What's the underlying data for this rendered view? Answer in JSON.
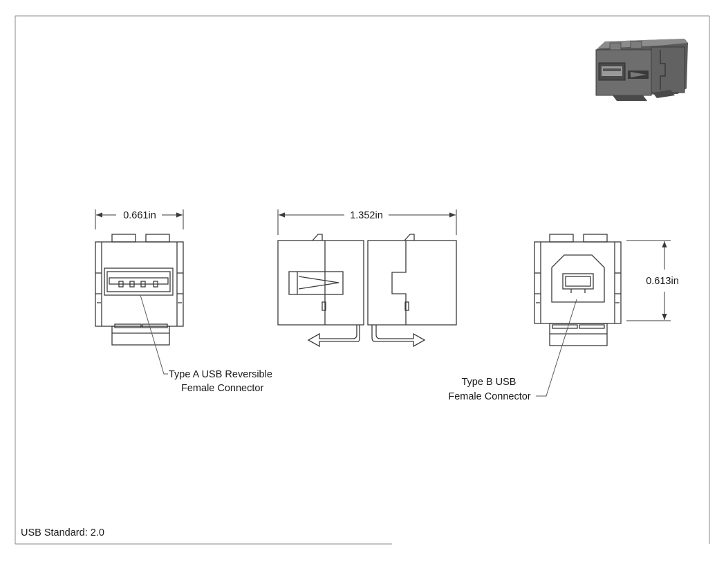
{
  "dimensions": {
    "width_front": "0.661in",
    "length_side": "1.352in",
    "height_back": "0.613in"
  },
  "callouts": {
    "type_a_line1": "Type A USB Reversible",
    "type_a_line2": "Female Connector",
    "type_b_line1": "Type B USB",
    "type_b_line2": "Female Connector"
  },
  "footer": {
    "usb_standard": "USB Standard: 2.0"
  },
  "colors": {
    "line": "#3a3a3a",
    "module_body": "#6e6e6e",
    "module_shadow": "#4a4a4a",
    "module_highlight": "#8c8c8c"
  }
}
